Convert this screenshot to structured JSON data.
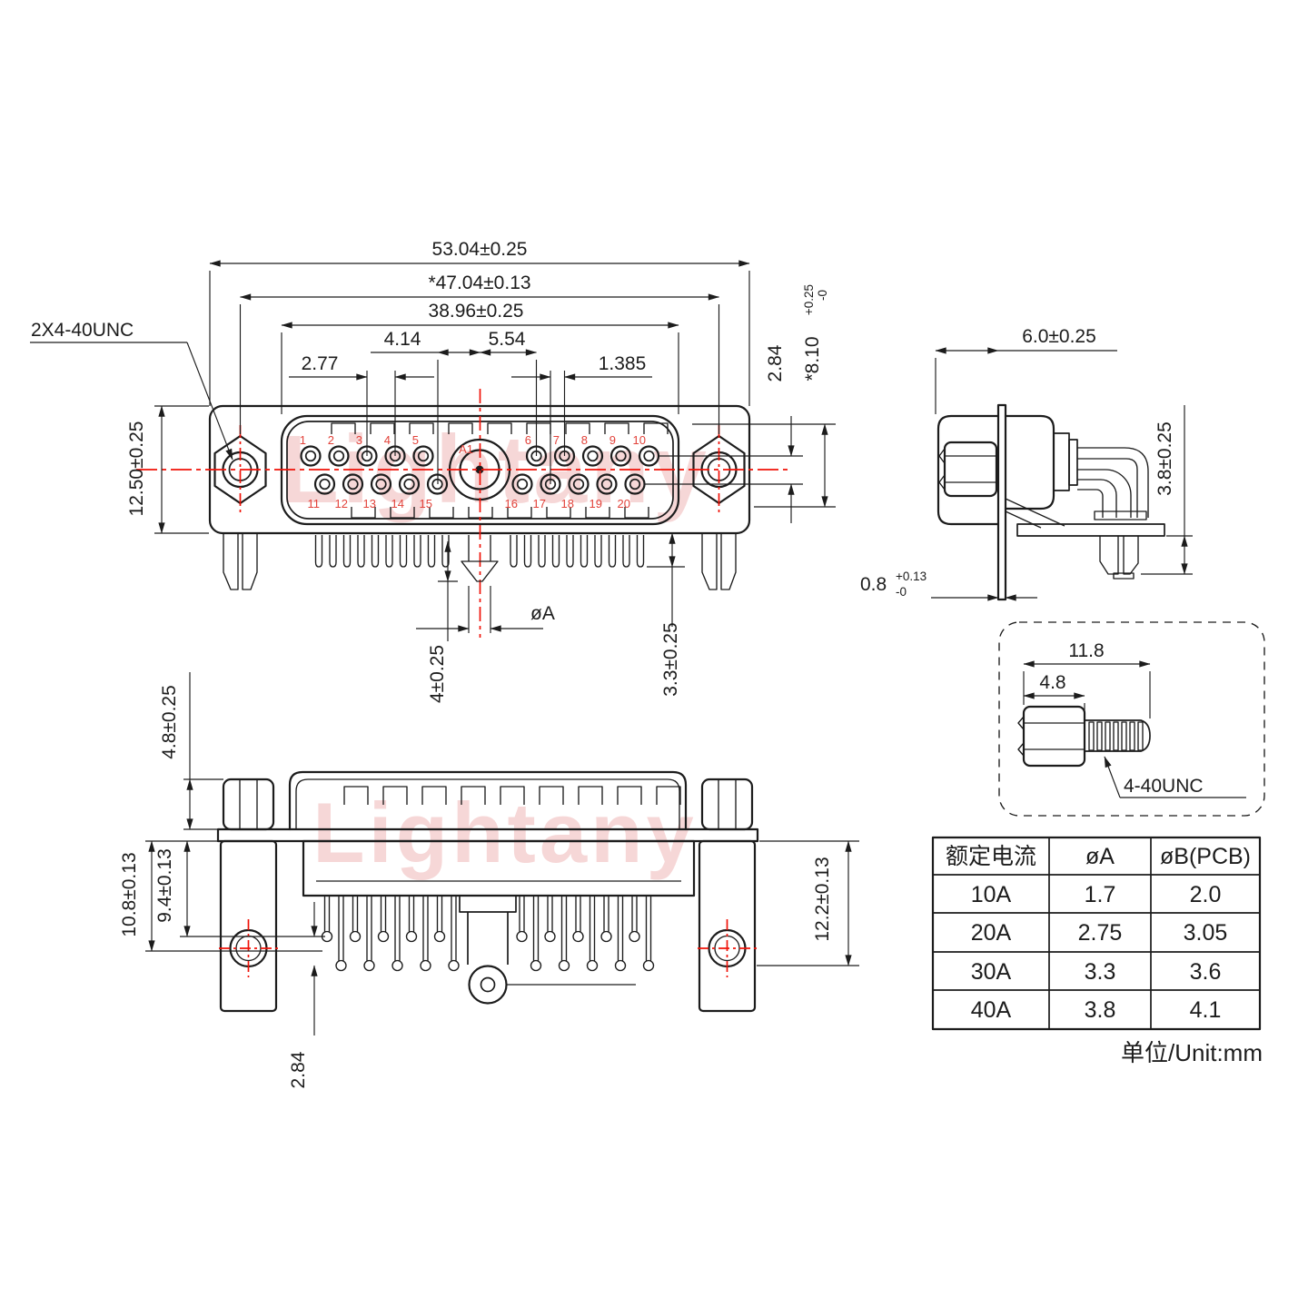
{
  "colors": {
    "ink": "#1c1c1c",
    "centerline_red": "#f01208",
    "pin_number_red": "#e2423a",
    "watermark_pink": "#f2bfbf"
  },
  "watermark_text": "Lightany",
  "front": {
    "thread_callout": "2X4-40UNC",
    "overall_width": "53.04±0.25",
    "mount_spacing": "*47.04±0.13",
    "shell_width": "38.96±0.25",
    "a1_left_gap": "4.14",
    "a1_right_gap": "5.54",
    "pin_pitch": "2.77",
    "row_offset": "1.385",
    "row_gap": "2.84",
    "shell_inner": "*8.10",
    "shell_inner_tol_plus": "+0.25",
    "shell_inner_tol_minus": "-0",
    "body_height": "12.50±0.25",
    "big_pin_len": "4±0.25",
    "pin_tail_len": "3.3±0.25",
    "pin_dia": "øA",
    "a1": "A1",
    "pins": [
      "1",
      "2",
      "3",
      "4",
      "5",
      "6",
      "7",
      "8",
      "9",
      "10",
      "11",
      "12",
      "13",
      "14",
      "15",
      "16",
      "17",
      "18",
      "19",
      "20"
    ]
  },
  "side": {
    "front_depth": "6.0±0.25",
    "snap_height": "3.8±0.25",
    "plate_thickness": "0.8",
    "plate_tol_plus": "+0.13",
    "plate_tol_minus": "-0"
  },
  "pcb": {
    "nut_height": "4.8±0.25",
    "len_back": "10.8±0.13",
    "len_mid": "9.4±0.13",
    "row_gap": "2.84",
    "len_front": "12.2±0.13"
  },
  "screw": {
    "total_len": "11.8",
    "head_len": "4.8",
    "thread": "4-40UNC"
  },
  "spec_table": {
    "headers": [
      "额定电流",
      "øA",
      "øB(PCB)"
    ],
    "rows": [
      [
        "10A",
        "1.7",
        "2.0"
      ],
      [
        "20A",
        "2.75",
        "3.05"
      ],
      [
        "30A",
        "3.3",
        "3.6"
      ],
      [
        "40A",
        "3.8",
        "4.1"
      ]
    ],
    "unit_note": "单位/Unit:mm"
  }
}
